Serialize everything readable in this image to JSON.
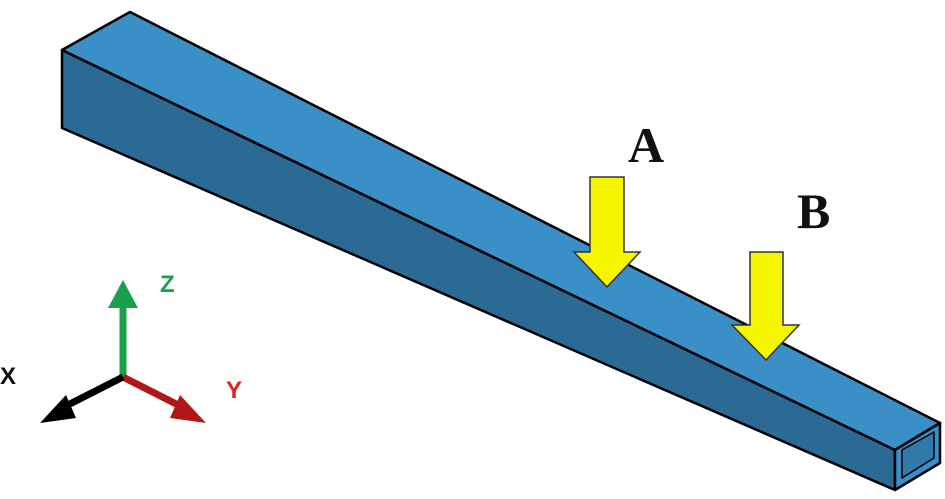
{
  "loads": [
    {
      "label": "A"
    },
    {
      "label": "B"
    }
  ],
  "axes": {
    "x": "X",
    "y": "Y",
    "z": "Z"
  },
  "colors": {
    "beam_top": "#3a8fc6",
    "beam_side": "#2a6a94",
    "arrow": "#f5f500",
    "x_axis": "#000000",
    "y_axis": "#b01818",
    "z_axis": "#1aa04a"
  }
}
